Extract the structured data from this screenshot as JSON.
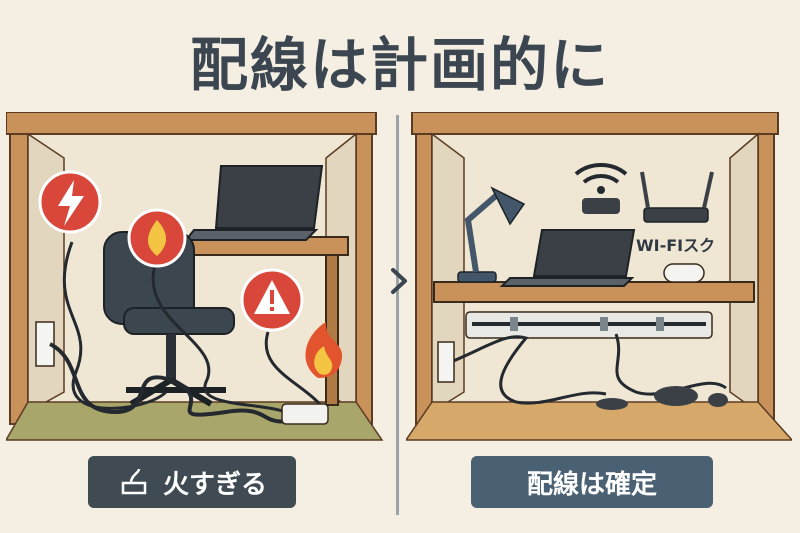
{
  "title": "配線は計画的に",
  "left_panel": {
    "label": "火すぎる",
    "icons": [
      "lightning-warning-icon",
      "fire-warning-icon",
      "exclamation-warning-icon",
      "flame-icon"
    ]
  },
  "right_panel": {
    "label": "配線は確定",
    "router_text": "WI-FIスク",
    "icons": [
      "wifi-icon",
      "router-icon",
      "desk-lamp-icon"
    ]
  },
  "center": {
    "icon": "chevron-right-icon"
  },
  "colors": {
    "title": "#3b4650",
    "left_label_bg": "#3f4a52",
    "right_label_bg": "#4a6174",
    "warning_red": "#d9473b",
    "wood": "#c9925a"
  }
}
